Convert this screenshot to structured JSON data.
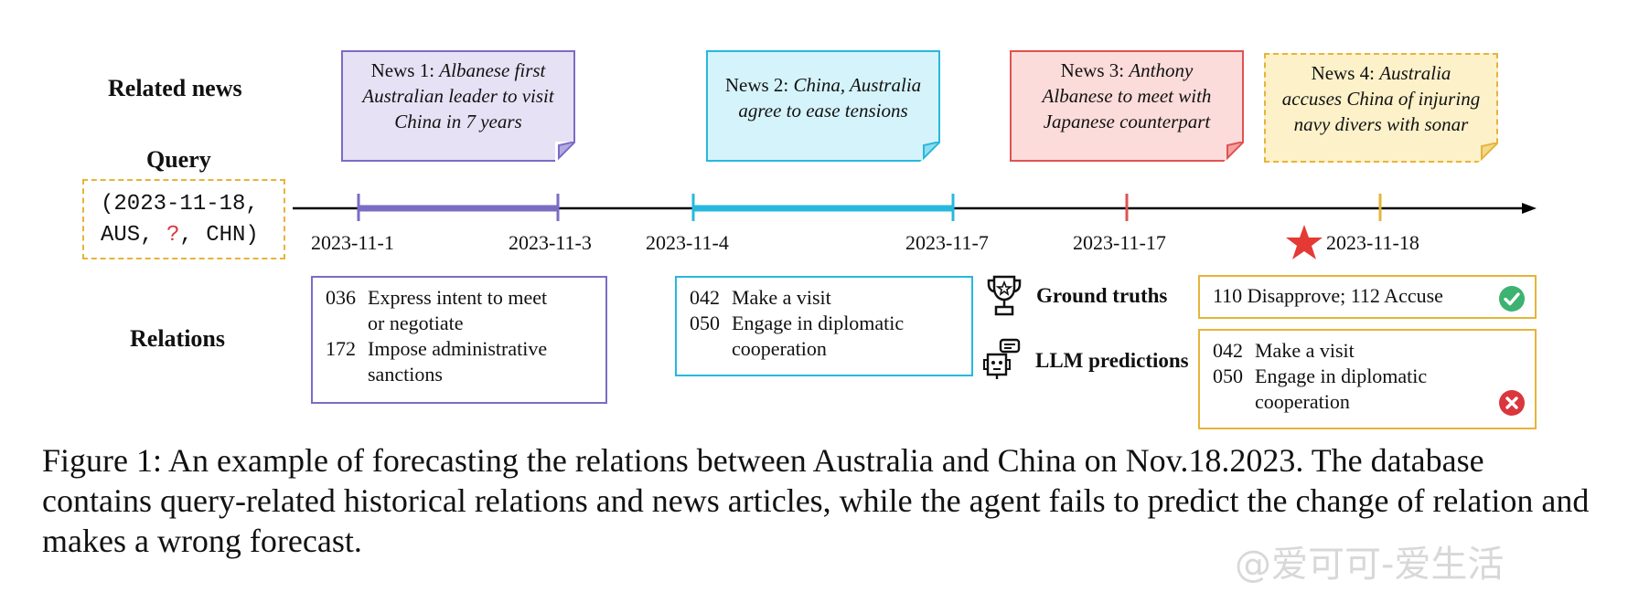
{
  "labels": {
    "related_news": "Related news",
    "query": "Query",
    "relations": "Relations",
    "ground_truths": "Ground truths",
    "llm_predictions": "LLM predictions"
  },
  "query": {
    "line1": "(2023-11-18,",
    "line2_a": "AUS, ",
    "line2_q": "?",
    "line2_b": ", CHN)"
  },
  "news": [
    {
      "prefix": "News 1: ",
      "title_l1": "Albanese first",
      "title_l2": "Australian leader to visit",
      "title_l3": "China in 7 years",
      "color": "#7b6cc4",
      "fill": "#e6e1f4"
    },
    {
      "prefix": "News 2: ",
      "title_l1": "China, Australia",
      "title_l2": "agree to ease tensions",
      "color": "#27b8de",
      "fill": "#d5f3fa"
    },
    {
      "prefix": "News 3: ",
      "title_l1": "Anthony",
      "title_l2": "Albanese to meet with",
      "title_l3": "Japanese counterpart",
      "color": "#e05252",
      "fill": "#fbdcda"
    },
    {
      "prefix": "News 4: ",
      "title_l1": "Australia",
      "title_l2": "accuses China of injuring",
      "title_l3": "navy divers with sonar",
      "color": "#e6b43a",
      "fill": "#fdf1c9"
    }
  ],
  "dates": [
    "2023-11-1",
    "2023-11-3",
    "2023-11-4",
    "2023-11-7",
    "2023-11-17",
    "2023-11-18"
  ],
  "relations": {
    "box1": [
      {
        "code": "036",
        "l1": "Express intent to meet",
        "l2": "or negotiate"
      },
      {
        "code": "172",
        "l1": "Impose administrative",
        "l2": "sanctions"
      }
    ],
    "box2": [
      {
        "code": "042",
        "l1": "Make a visit"
      },
      {
        "code": "050",
        "l1": "Engage in diplomatic",
        "l2": "cooperation"
      }
    ],
    "ground_truth": "110 Disapprove; 112 Accuse",
    "prediction": [
      {
        "code": "042",
        "l1": "Make a visit"
      },
      {
        "code": "050",
        "l1": "Engage in diplomatic",
        "l2": "cooperation"
      }
    ]
  },
  "caption": "Figure 1: An example of forecasting the relations between Australia and China on Nov.18.2023. The database contains query-related historical relations and news articles, while the agent fails to predict the change of relation and makes a wrong forecast.",
  "watermark": "@爱可可-爱生活",
  "colors": {
    "purple": "#7b6cc4",
    "cyan": "#27b8de",
    "red": "#e05252",
    "gold": "#e6b43a",
    "check": "#3cb371",
    "cross": "#d9363e"
  }
}
